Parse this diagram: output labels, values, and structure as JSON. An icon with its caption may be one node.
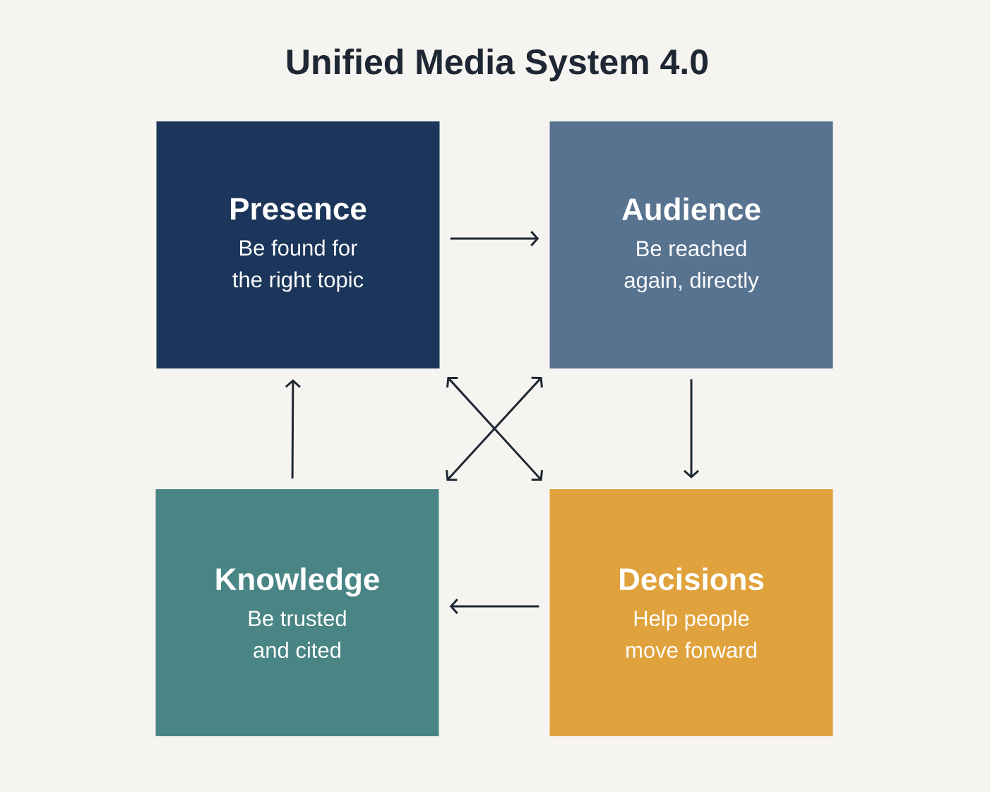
{
  "diagram": {
    "title": "Unified Media System 4.0",
    "nodes": [
      {
        "text": [
          "Presence",
          "Be found for the right topic"
        ]
      },
      {
        "text": [
          "Audience",
          "Be reached again, directly"
        ]
      },
      {
        "text": [
          "Knowledge",
          "Be trusted and cited"
        ]
      },
      {
        "text": [
          "Decisions",
          "Help people move forward"
        ]
      }
    ],
    "edges": [
      {
        "from": 0,
        "to": 1,
        "arrow": "to"
      },
      {
        "from": 1,
        "to": 3,
        "arrow": "to"
      },
      {
        "from": 3,
        "to": 2,
        "arrow": "to"
      },
      {
        "from": 2,
        "to": 0,
        "arrow": "to"
      },
      {
        "from": 0,
        "to": 3,
        "arrow": "both"
      },
      {
        "from": 1,
        "to": 2,
        "arrow": "both"
      }
    ]
  }
}
